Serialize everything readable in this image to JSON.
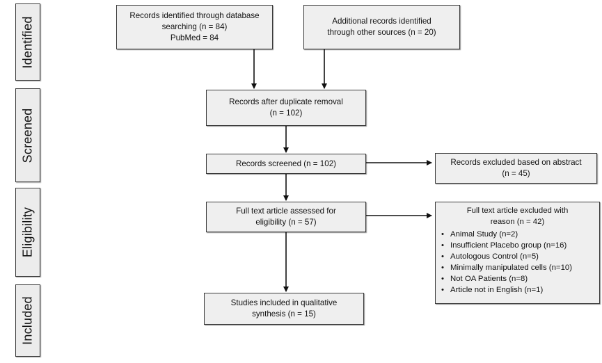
{
  "stages": {
    "identified": "Identified",
    "screened": "Screened",
    "eligibility": "Eligibility",
    "included": "Included"
  },
  "boxes": {
    "database_search": {
      "line1": "Records identified through database",
      "line2": "searching (n = 84)",
      "line3": "PubMed = 84"
    },
    "other_sources": {
      "line1": "Additional records identified",
      "line2": "through other sources (n = 20)"
    },
    "after_duplicates": {
      "line1": "Records after duplicate removal",
      "line2": "(n = 102)"
    },
    "screened": {
      "line1": "Records screened (n = 102)"
    },
    "excluded_abstract": {
      "line1": "Records excluded based on abstract",
      "line2": "(n = 45)"
    },
    "full_text_assessed": {
      "line1": "Full text article assessed for",
      "line2": "eligibility (n = 57)"
    },
    "full_text_excluded": {
      "title1": "Full text article excluded with",
      "title2": "reason (n = 42)",
      "reasons": [
        "Animal Study (n=2)",
        "Insufficient Placebo group (n=16)",
        "Autologous Control (n=5)",
        "Minimally manipulated cells (n=10)",
        "Not OA Patients (n=8)",
        "Article not in English (n=1)"
      ]
    },
    "included": {
      "line1": "Studies included in qualitative",
      "line2": "synthesis (n = 15)"
    }
  }
}
